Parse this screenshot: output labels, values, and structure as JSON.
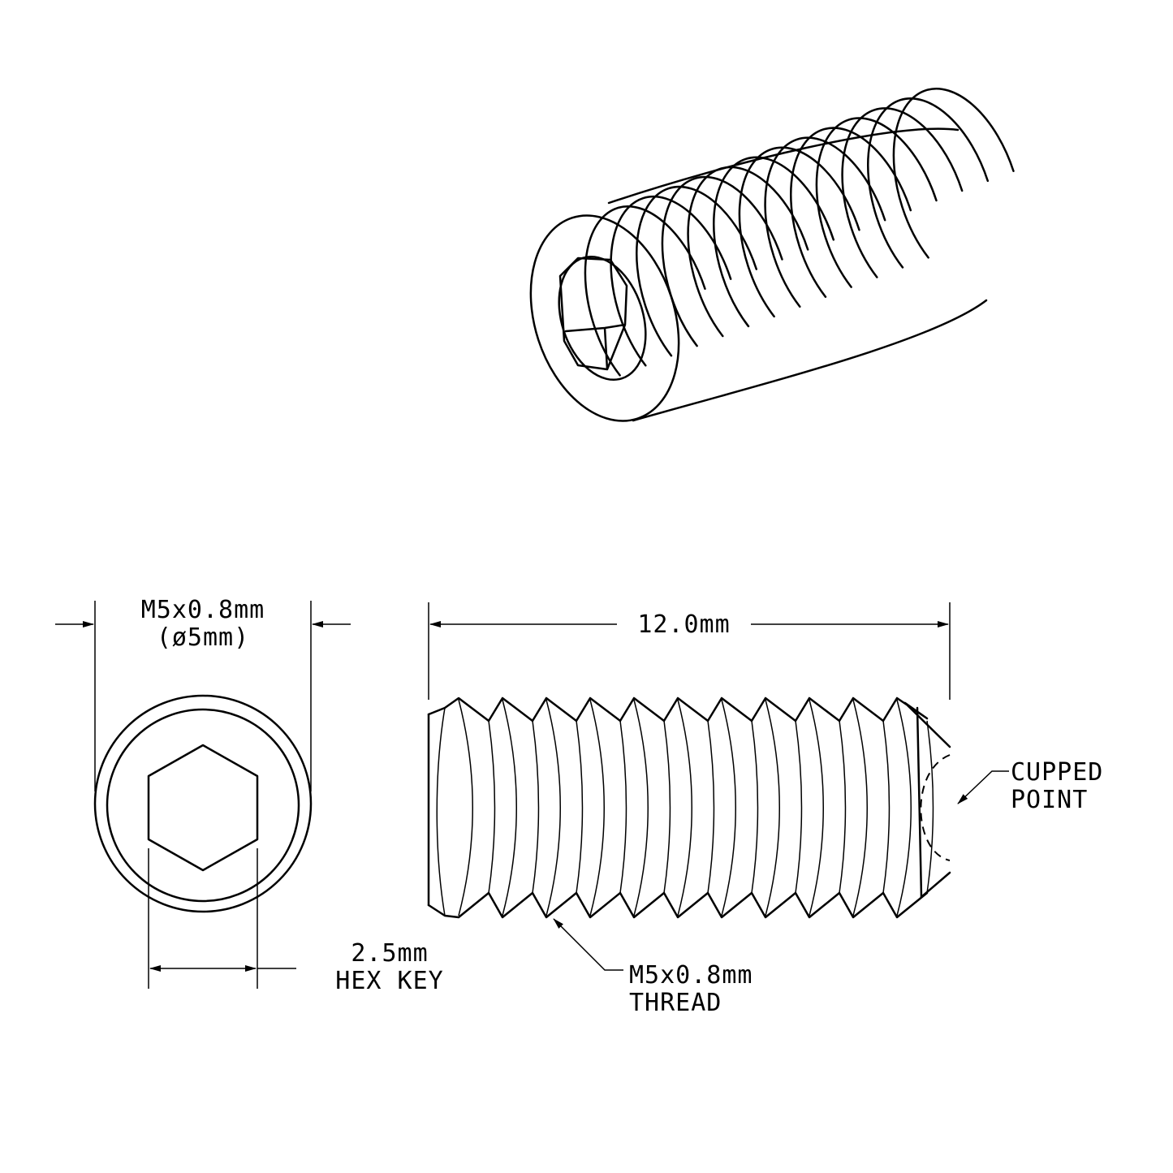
{
  "diameter_dimension": {
    "line1": "M5x0.8mm",
    "line2": "(ø5mm)"
  },
  "length_dimension": {
    "label": "12.0mm"
  },
  "point_callout": {
    "line1": "CUPPED",
    "line2": "POINT"
  },
  "hex_key_callout": {
    "line1": "2.5mm",
    "line2": "HEX KEY"
  },
  "thread_callout": {
    "line1": "M5x0.8mm",
    "line2": "THREAD"
  },
  "colors": {
    "line": "#000000",
    "background": "#ffffff"
  }
}
